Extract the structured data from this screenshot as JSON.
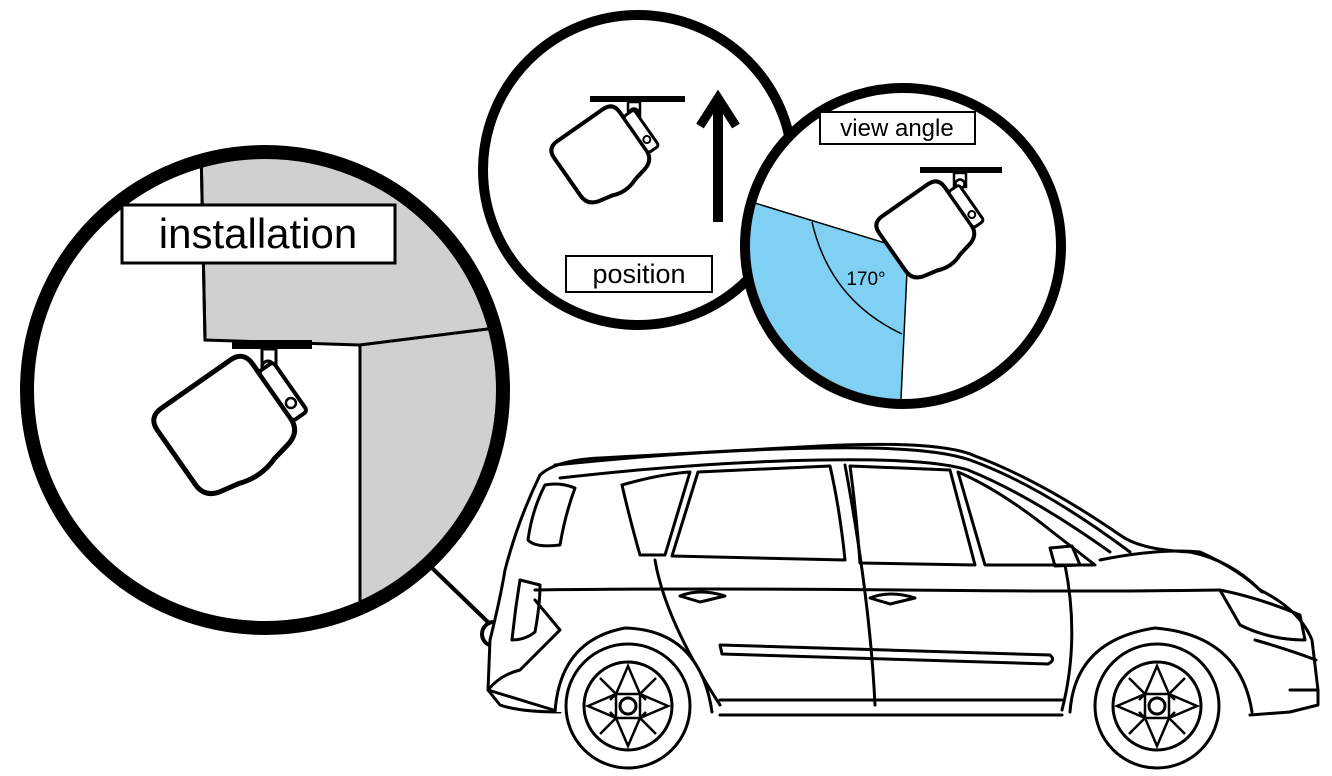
{
  "labels": {
    "installation": "installation",
    "position": "position",
    "view_angle": "view angle",
    "angle_value": "170°"
  },
  "colors": {
    "outline": "#000000",
    "wall_fill": "#d0d0d0",
    "view_fill": "#7fd0f2",
    "background": "#ffffff"
  }
}
